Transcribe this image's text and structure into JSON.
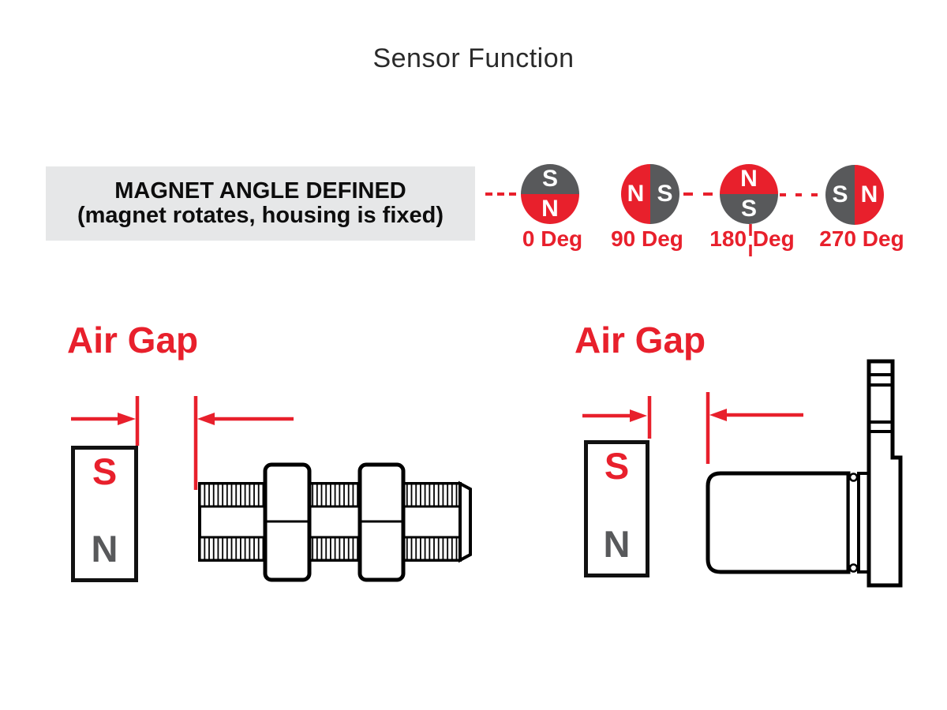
{
  "title": "Sensor Function",
  "colors": {
    "red": "#E8202C",
    "dark_gray": "#58595B",
    "panel_gray": "#E6E7E8",
    "line_black": "#000000"
  },
  "magnet_angle_panel": {
    "heading": "MAGNET ANGLE DEFINED",
    "subheading": "(magnet rotates, housing is fixed)",
    "rotations": [
      {
        "label": "0 Deg",
        "split": "horizontal",
        "red_half": "bottom",
        "poles": {
          "top": "S",
          "bottom": "N"
        }
      },
      {
        "label": "90 Deg",
        "split": "vertical",
        "red_half": "left",
        "poles": {
          "left": "N",
          "right": "S"
        }
      },
      {
        "label": "180 Deg",
        "split": "horizontal",
        "red_half": "top",
        "poles": {
          "top": "N",
          "bottom": "S"
        }
      },
      {
        "label": "270 Deg",
        "split": "vertical",
        "red_half": "right",
        "poles": {
          "left": "S",
          "right": "N"
        }
      }
    ]
  },
  "left_assembly": {
    "air_gap_label": "Air Gap",
    "magnet": {
      "top_pole": "S",
      "bottom_pole": "N"
    },
    "sensor_graphic": "threaded-barrel-sensor"
  },
  "right_assembly": {
    "air_gap_label": "Air Gap",
    "magnet": {
      "top_pole": "S",
      "bottom_pole": "N"
    },
    "sensor_graphic": "flange-mount-sensor"
  }
}
